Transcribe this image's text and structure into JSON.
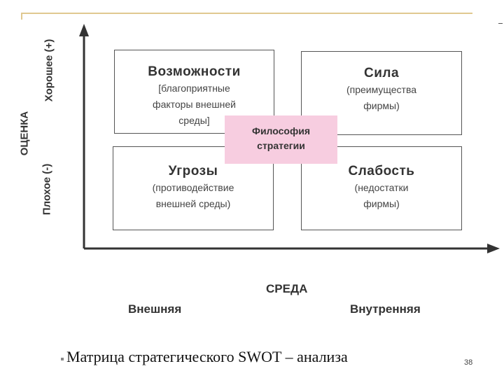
{
  "diagram": {
    "quadrants": {
      "opportunities": {
        "title": "Возможности",
        "sub1": "[благоприятные",
        "sub2": "факторы внешней",
        "sub3": "среды]"
      },
      "strengths": {
        "title": "Сила",
        "sub1": "(преимущества",
        "sub2": "фирмы)"
      },
      "threats": {
        "title": "Угрозы",
        "sub1": "(противодействие",
        "sub2": "внешней среды)"
      },
      "weaknesses": {
        "title": "Слабость",
        "sub1": "(недостатки",
        "sub2": "фирмы)"
      }
    },
    "center": {
      "line1": "Философия",
      "line2": "стратегии"
    },
    "y_axis": {
      "title": "ОЦЕНКА",
      "good": "Хорошее (+)",
      "bad": "Плохое (-)"
    },
    "x_axis": {
      "title": "СРЕДА",
      "external": "Внешняя",
      "internal": "Внутренняя"
    }
  },
  "caption": "Матрица стратегического SWOT – анализа",
  "page_number": "38",
  "colors": {
    "center_fill": "#f7cde0",
    "rule": "#e0c890"
  }
}
